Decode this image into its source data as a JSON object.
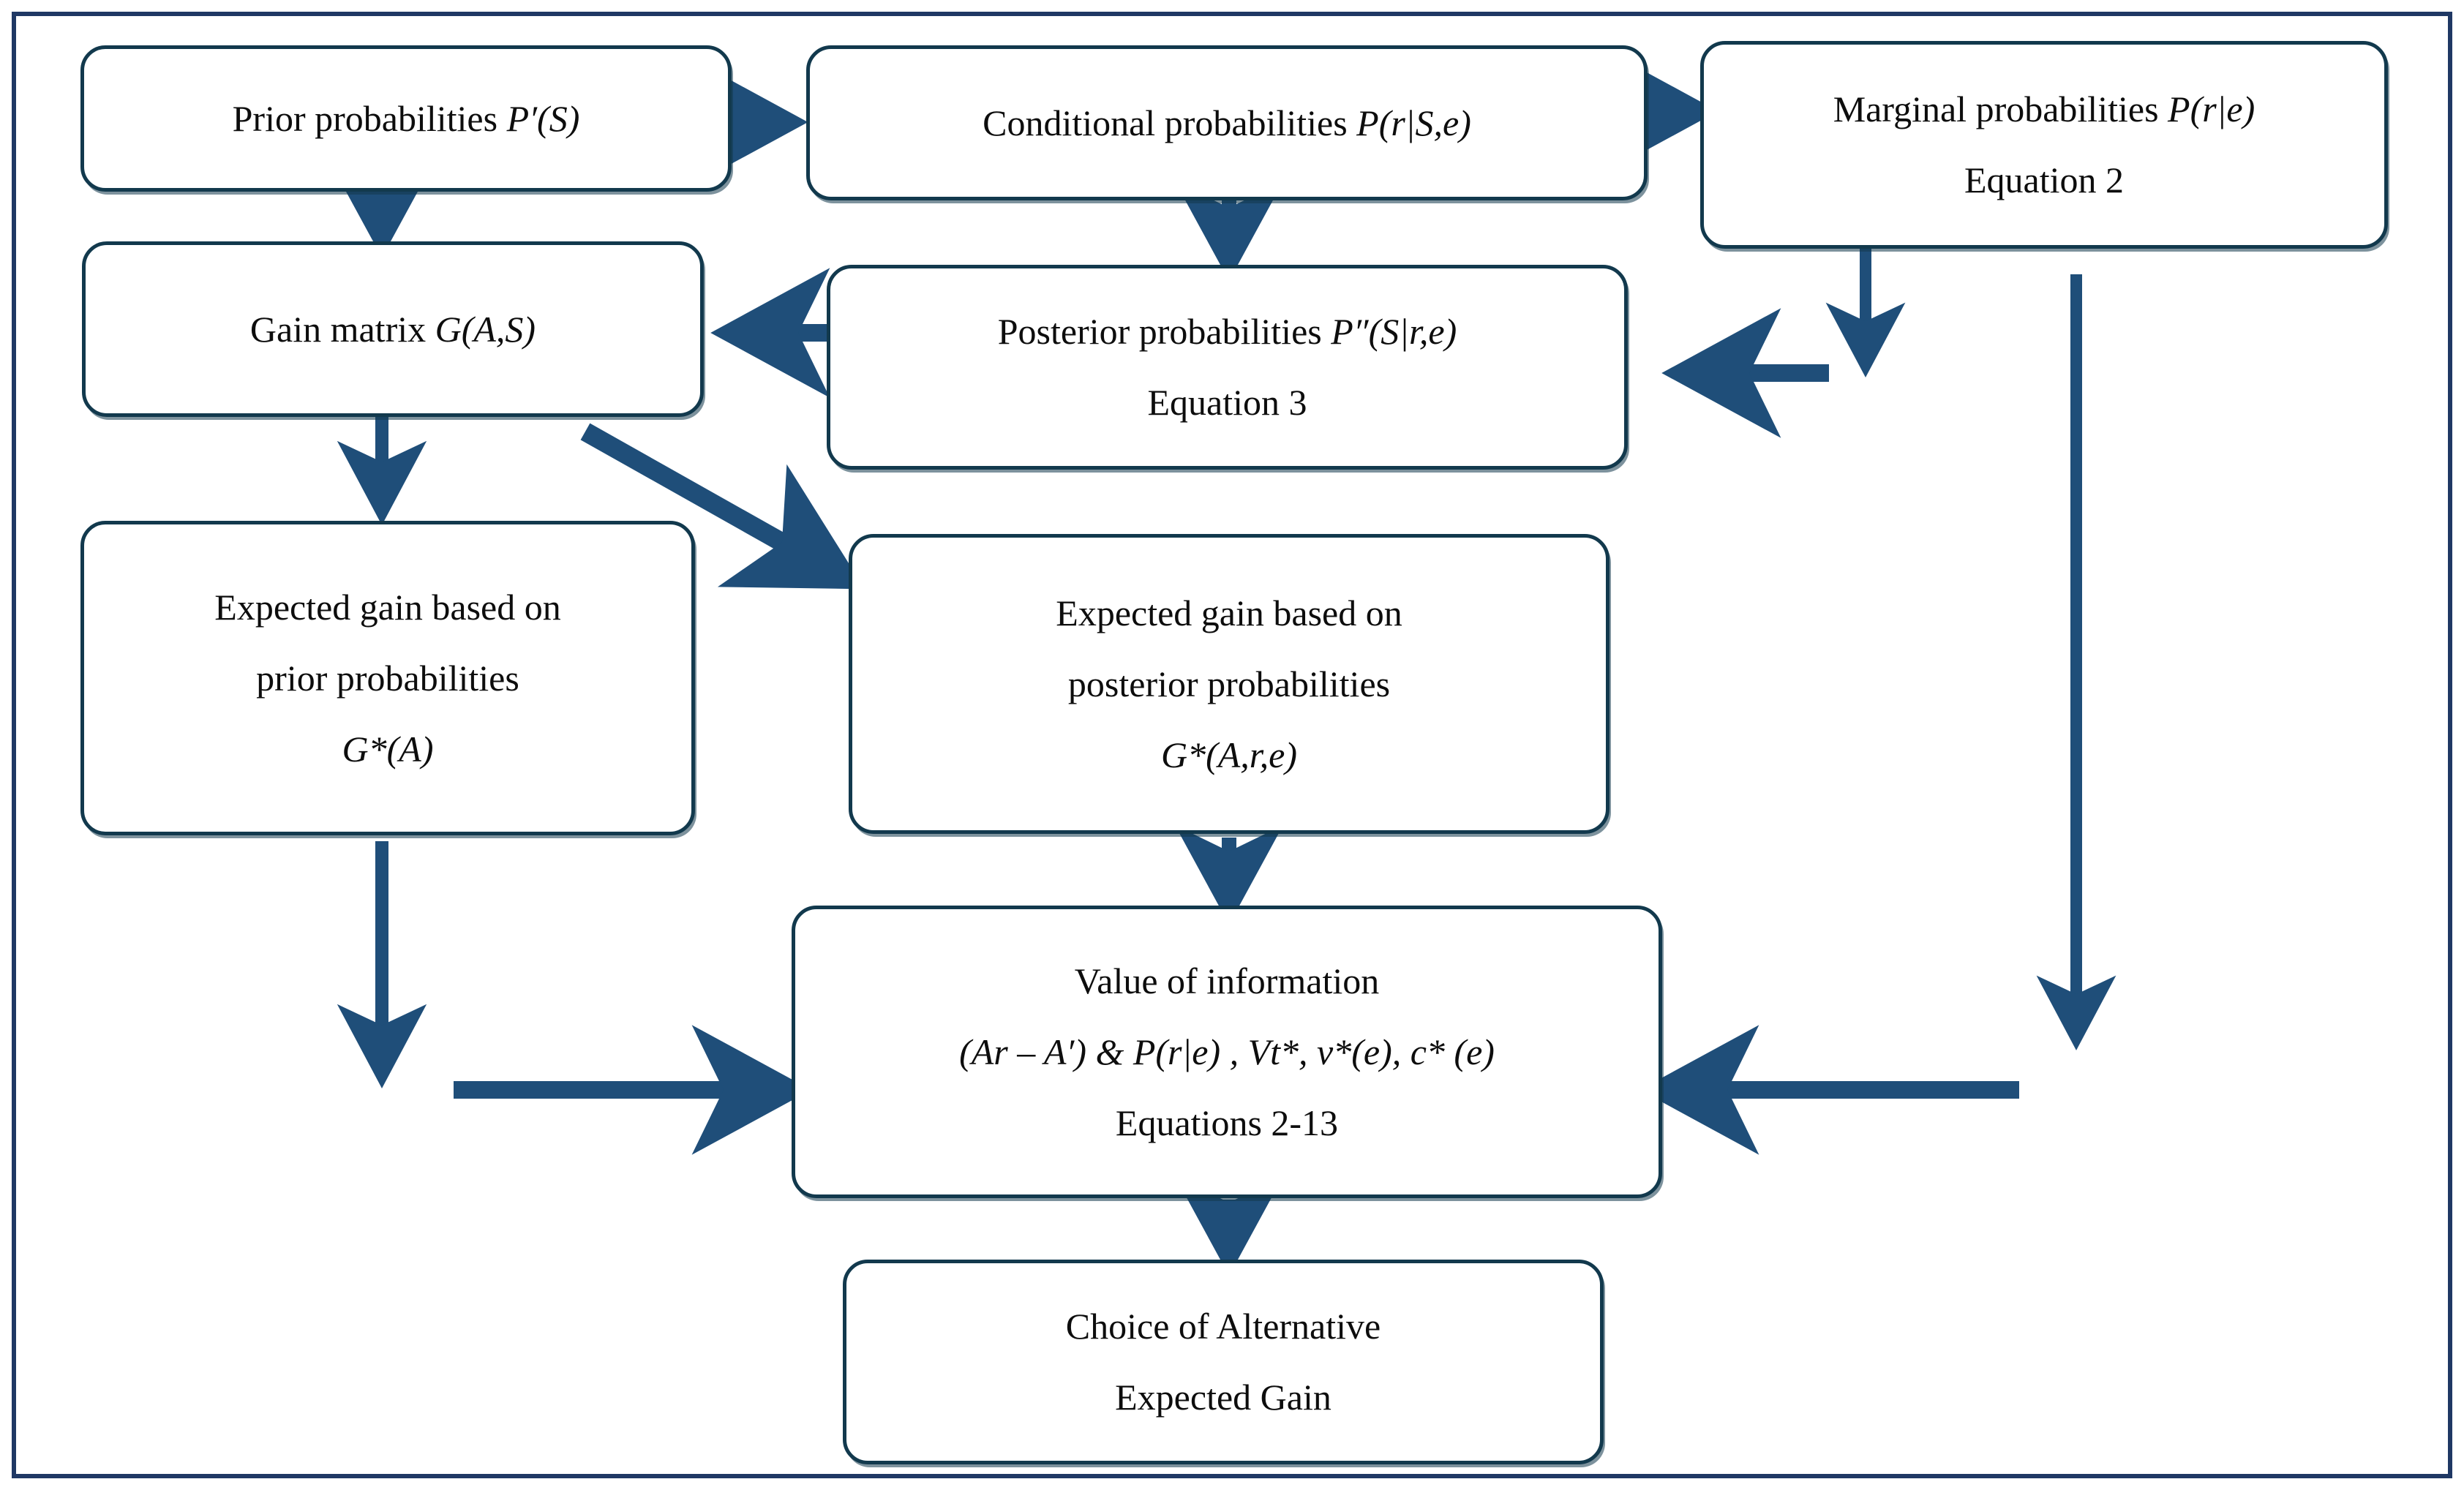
{
  "diagram": {
    "title": "Bayesian value-of-information decision flowchart",
    "accent_color": "#1f3864",
    "node_border_color": "#12394d",
    "arrow_color": "#1f4e79",
    "nodes": {
      "prior": {
        "line1": "Prior probabilities ",
        "line1_math": "P′(S)"
      },
      "conditional": {
        "line1": "Conditional probabilities ",
        "line1_math": "P(r|S,e)"
      },
      "marginal": {
        "line1": "Marginal probabilities ",
        "line1_math": "P(r|e)",
        "line2": "Equation 2"
      },
      "gain_matrix": {
        "line1": "Gain matrix ",
        "line1_math": "G(A,S)"
      },
      "posterior": {
        "line1": "Posterior probabilities ",
        "line1_math": "P″(S|r,e)",
        "line2": "Equation 3"
      },
      "expected_prior": {
        "line1": "Expected gain based on",
        "line2": "prior probabilities",
        "line3_math": "G*(A)"
      },
      "expected_posterior": {
        "line1": "Expected gain based on",
        "line2": "posterior probabilities",
        "line3_math": "G*(A,r,e)"
      },
      "value_of_information": {
        "line1": "Value of information",
        "line2_math": "(Ar – A′) & P(r|e) , Vt*, v*(e), c* (e)",
        "line3": "Equations 2-13"
      },
      "choice": {
        "line1": "Choice of Alternative",
        "line2": "Expected Gain"
      }
    },
    "edges": [
      {
        "name": "prior-to-conditional",
        "from": "prior",
        "to": "conditional",
        "direction": "right"
      },
      {
        "name": "conditional-to-marginal",
        "from": "conditional",
        "to": "marginal",
        "direction": "right"
      },
      {
        "name": "prior-to-gain-matrix",
        "from": "prior",
        "to": "gain_matrix",
        "direction": "down"
      },
      {
        "name": "conditional-to-posterior",
        "from": "conditional",
        "to": "posterior",
        "direction": "down"
      },
      {
        "name": "marginal-to-down",
        "from": "marginal",
        "to": "posterior",
        "direction": "down"
      },
      {
        "name": "marginal-into-posterior",
        "from": "marginal",
        "to": "posterior",
        "direction": "left"
      },
      {
        "name": "posterior-to-gain-matrix",
        "from": "posterior",
        "to": "gain_matrix",
        "direction": "left"
      },
      {
        "name": "gain-matrix-to-expected-prior",
        "from": "gain_matrix",
        "to": "expected_prior",
        "direction": "down"
      },
      {
        "name": "gain-matrix-to-expected-posterior",
        "from": "gain_matrix",
        "to": "expected_posterior",
        "direction": "diagonal"
      },
      {
        "name": "expected-prior-down",
        "from": "expected_prior",
        "to": "value_of_information",
        "direction": "down"
      },
      {
        "name": "expected-prior-into-voi",
        "from": "expected_prior",
        "to": "value_of_information",
        "direction": "right"
      },
      {
        "name": "expected-posterior-to-voi",
        "from": "expected_posterior",
        "to": "value_of_information",
        "direction": "down"
      },
      {
        "name": "marginal-long-down",
        "from": "marginal",
        "to": "value_of_information",
        "direction": "down"
      },
      {
        "name": "right-into-voi",
        "from": "marginal",
        "to": "value_of_information",
        "direction": "left"
      },
      {
        "name": "voi-to-choice",
        "from": "value_of_information",
        "to": "choice",
        "direction": "down"
      }
    ]
  }
}
